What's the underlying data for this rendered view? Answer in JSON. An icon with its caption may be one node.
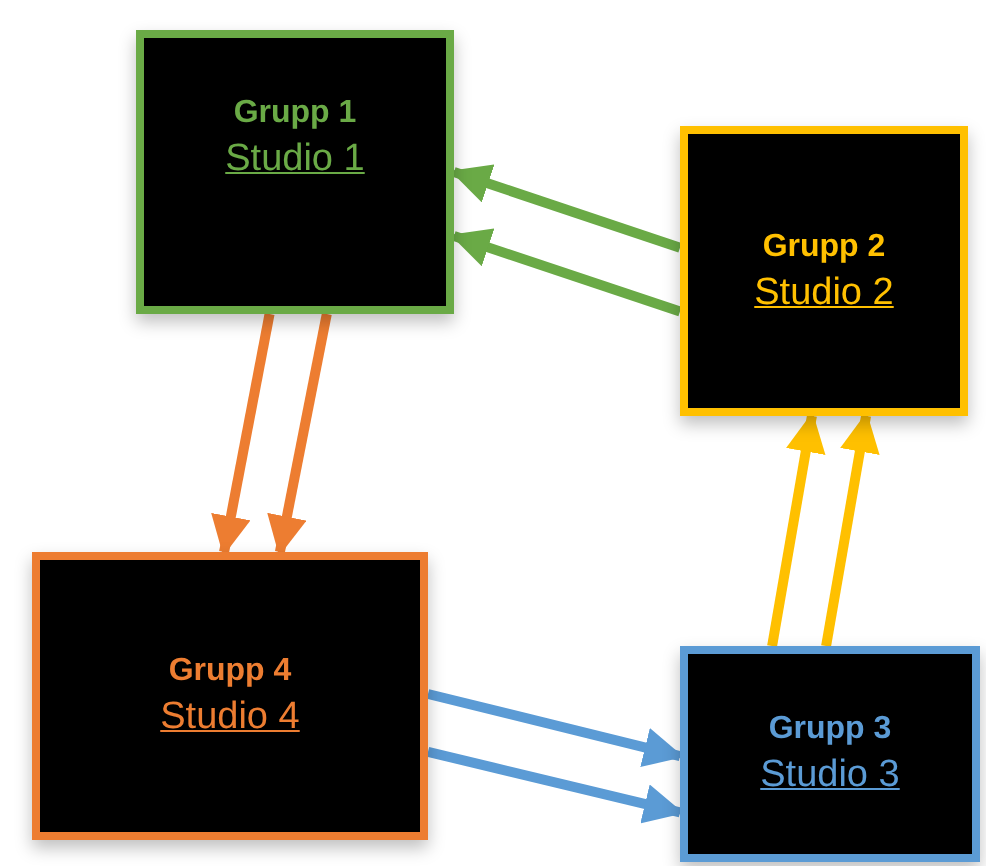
{
  "diagram": {
    "nodes": [
      {
        "text": [
          "Grupp 1",
          "Studio 1"
        ]
      },
      {
        "text": [
          "Grupp 2",
          "Studio 2"
        ]
      },
      {
        "text": [
          "Grupp 3",
          "Studio 3"
        ]
      },
      {
        "text": [
          "Grupp 4",
          "Studio 4"
        ]
      }
    ],
    "edges": [
      {
        "from": 1,
        "to": 0,
        "arrow": "to",
        "color": "#6aaa46"
      },
      {
        "from": 1,
        "to": 0,
        "arrow": "to",
        "color": "#6aaa46"
      },
      {
        "from": 0,
        "to": 3,
        "arrow": "to",
        "color": "#ed7d31"
      },
      {
        "from": 0,
        "to": 3,
        "arrow": "to",
        "color": "#ed7d31"
      },
      {
        "from": 3,
        "to": 2,
        "arrow": "to",
        "color": "#5b9bd5"
      },
      {
        "from": 3,
        "to": 2,
        "arrow": "to",
        "color": "#5b9bd5"
      },
      {
        "from": 2,
        "to": 1,
        "arrow": "to",
        "color": "#ffc000"
      },
      {
        "from": 2,
        "to": 1,
        "arrow": "to",
        "color": "#ffc000"
      }
    ]
  }
}
